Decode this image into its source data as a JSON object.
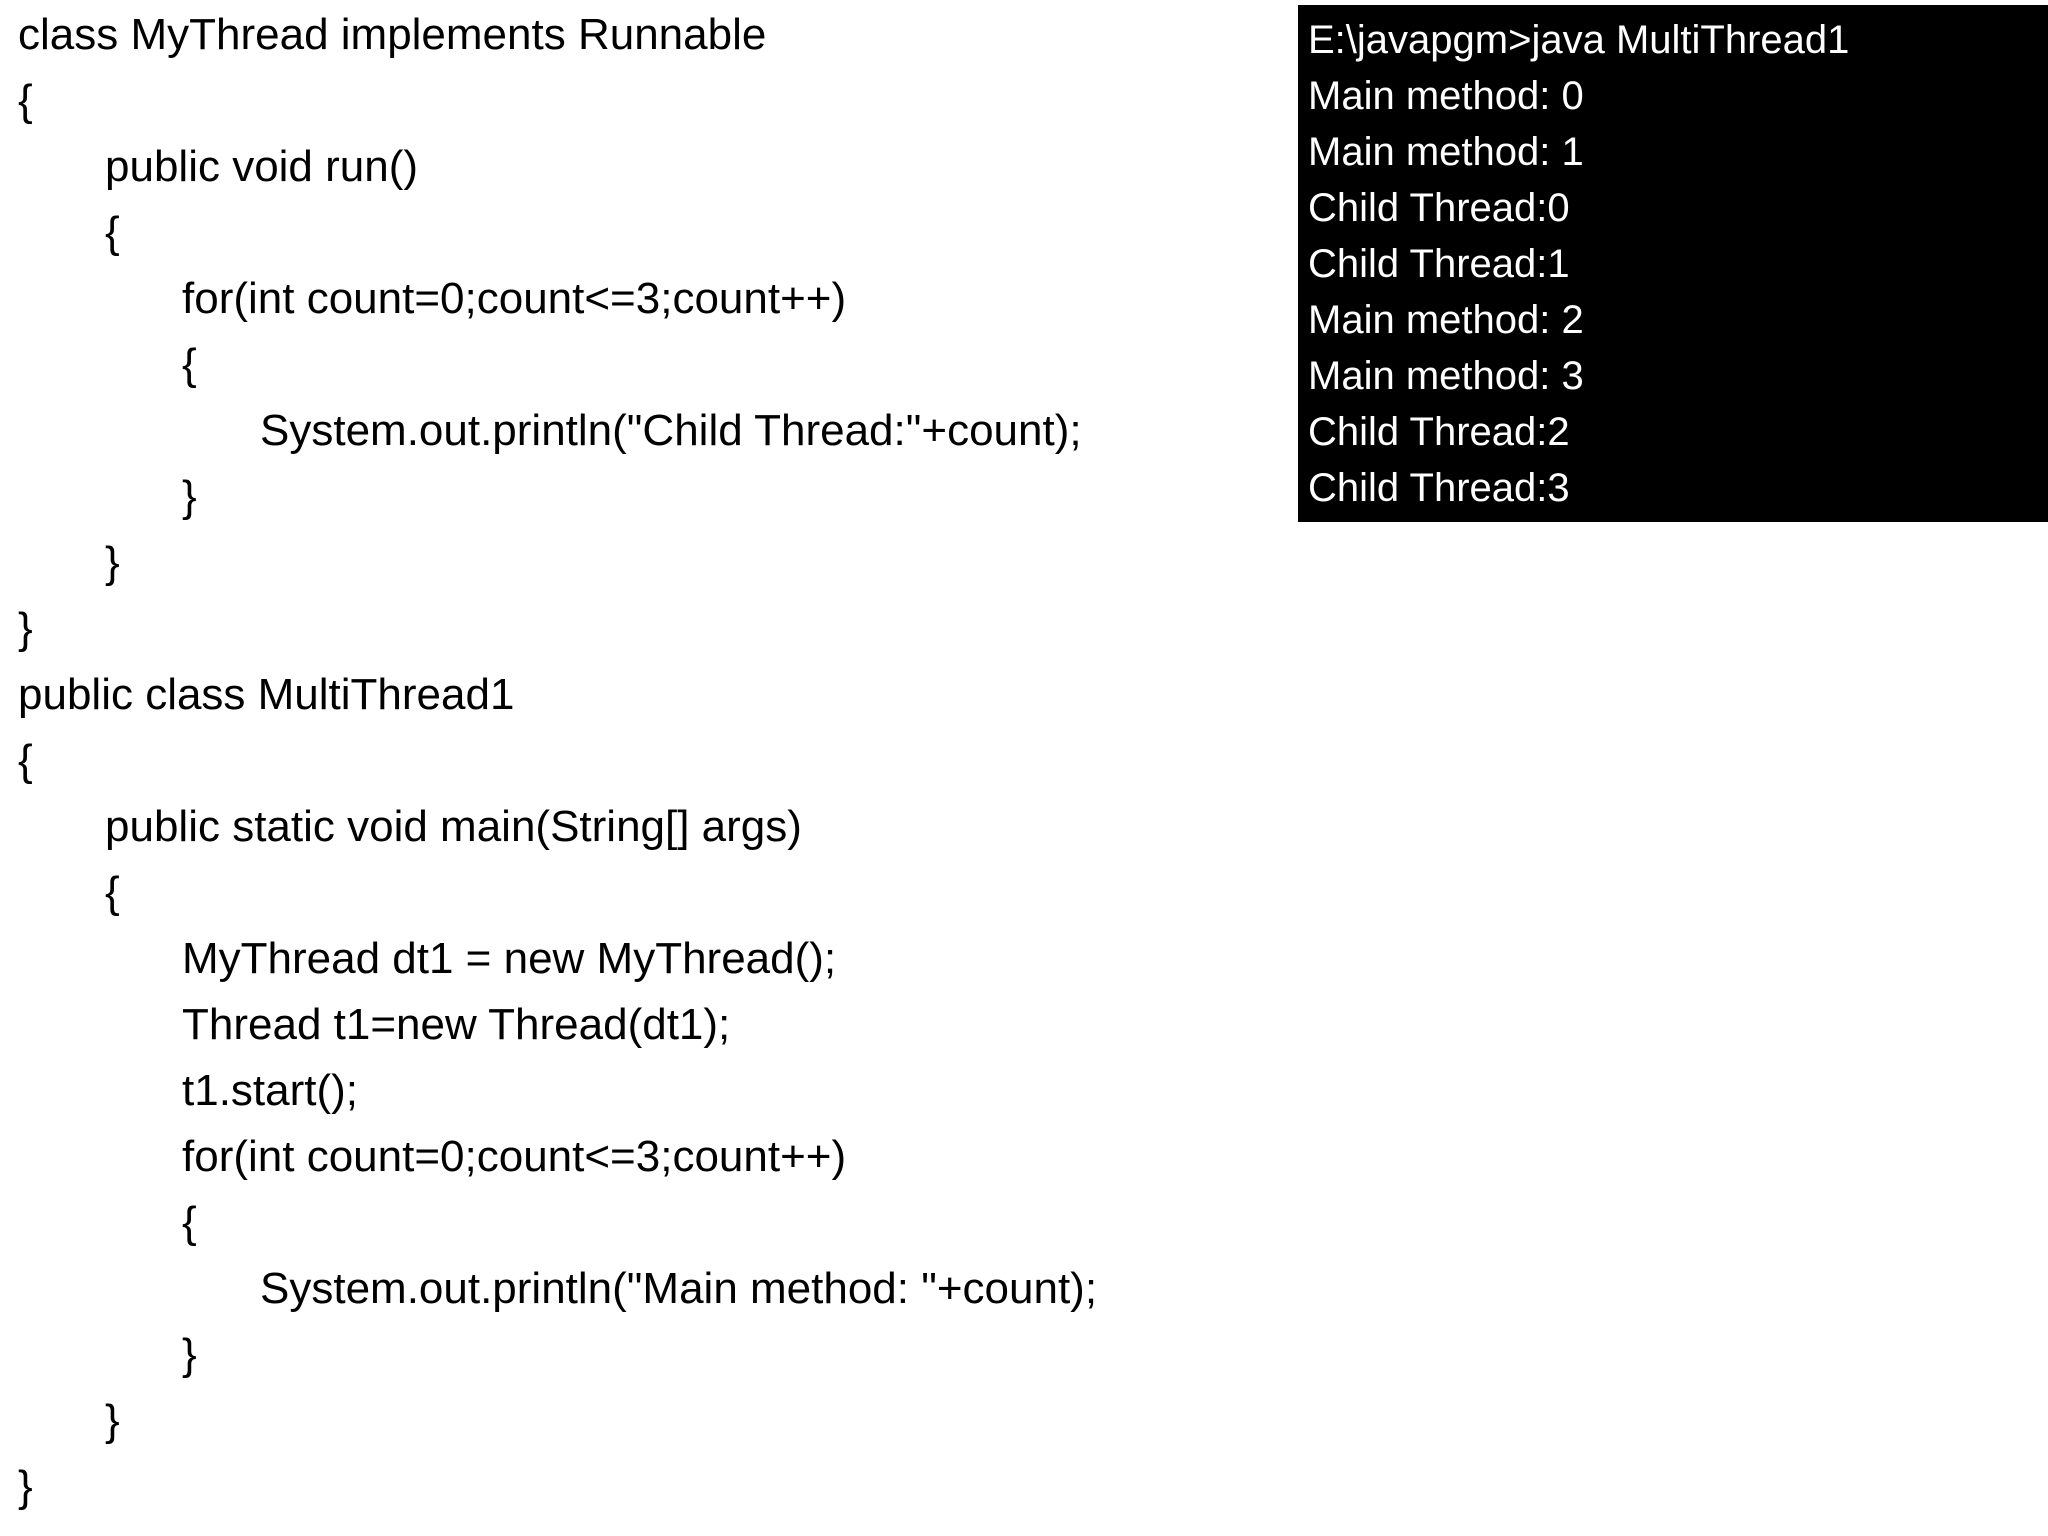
{
  "page": {
    "background": "#ffffff",
    "code_text_color": "#000000"
  },
  "code_panel": {
    "language": "java",
    "lines": [
      {
        "indent": 0,
        "text": "class MyThread implements Runnable"
      },
      {
        "indent": 0,
        "text": "{"
      },
      {
        "indent": 1,
        "text": "public void run()"
      },
      {
        "indent": 1,
        "text": "{"
      },
      {
        "indent": 2,
        "text": "for(int count=0;count<=3;count++)"
      },
      {
        "indent": 2,
        "text": "{"
      },
      {
        "indent": 3,
        "text": "System.out.println(\"Child Thread:\"+count);"
      },
      {
        "indent": 2,
        "text": "}"
      },
      {
        "indent": 1,
        "text": "}"
      },
      {
        "indent": 0,
        "text": "}"
      },
      {
        "indent": 0,
        "text": "public class MultiThread1"
      },
      {
        "indent": 0,
        "text": "{"
      },
      {
        "indent": 1,
        "text": "public static void main(String[] args)"
      },
      {
        "indent": 1,
        "text": "{"
      },
      {
        "indent": 2,
        "text": "MyThread dt1 = new MyThread();"
      },
      {
        "indent": 2,
        "text": "Thread t1=new Thread(dt1);"
      },
      {
        "indent": 2,
        "text": "t1.start();"
      },
      {
        "indent": 2,
        "text": "for(int count=0;count<=3;count++)"
      },
      {
        "indent": 2,
        "text": "{"
      },
      {
        "indent": 3,
        "text": "System.out.println(\"Main method: \"+count);"
      },
      {
        "indent": 2,
        "text": "}"
      },
      {
        "indent": 1,
        "text": "}"
      },
      {
        "indent": 0,
        "text": "}"
      }
    ]
  },
  "console": {
    "colors": {
      "background": "#000000",
      "text": "#ffffff"
    },
    "lines": [
      "E:\\javapgm>java MultiThread1",
      "Main method: 0",
      "Main method: 1",
      "Child Thread:0",
      "Child Thread:1",
      "Main method: 2",
      "Main method: 3",
      "Child Thread:2",
      "Child Thread:3"
    ]
  }
}
